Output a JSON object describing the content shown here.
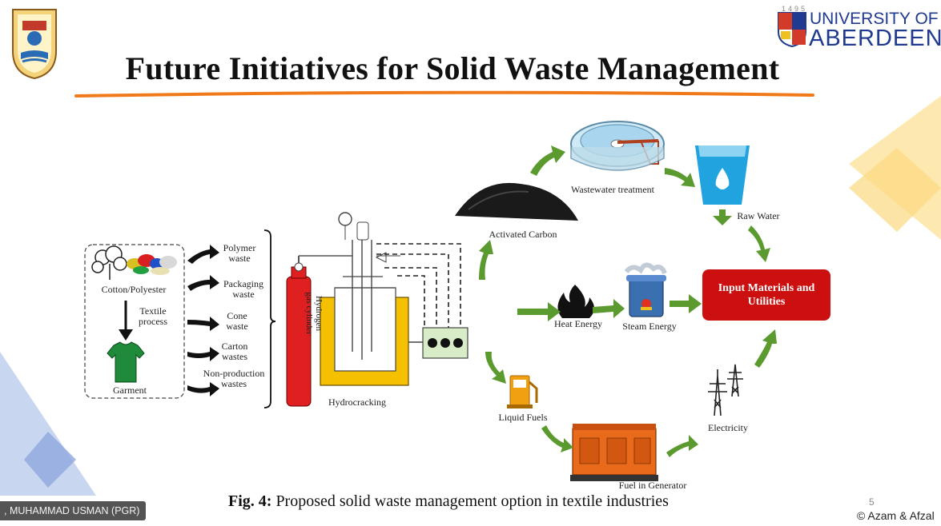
{
  "slide": {
    "title": "Future Initiatives for Solid Waste Management",
    "caption_prefix": "Fig. 4:",
    "caption_text": " Proposed solid waste management option in textile industries",
    "slide_number": "5",
    "copyright": "© Azam & Afzal",
    "presenter": ", MUHAMMAD USMAN (PGR)"
  },
  "university": {
    "year": "1495",
    "line1": "UNIVERSITY OF",
    "line2": "ABERDEEN"
  },
  "diagram": {
    "source": {
      "cotton_polyester": "Cotton/Polyester",
      "textile_process": "Textile process",
      "garment": "Garment"
    },
    "wastes": [
      "Polymer waste",
      "Packaging waste",
      "Cone waste",
      "Carton wastes",
      "Non-production wastes"
    ],
    "reactor": {
      "cylinder": "Hydrogen gas cylinder",
      "label": "Hydrocracking"
    },
    "products": {
      "activated_carbon": "Activated Carbon",
      "wastewater_treatment": "Wastewater treatment",
      "raw_water": "Raw Water",
      "heat_energy": "Heat Energy",
      "steam_energy": "Steam Energy",
      "liquid_fuels": "Liquid Fuels",
      "fuel_in_generator": "Fuel in Generator",
      "electricity": "Electricity",
      "input_materials": "Input Materials and Utilities"
    }
  },
  "colors": {
    "accent_orange": "#f07a1a",
    "arrow_green": "#5a9a2e",
    "input_box_red": "#cc1010",
    "aberdeen_blue": "#1f3a8f",
    "decor_yellow": "#fbe7a8",
    "decor_blue": "#b9c8ec"
  }
}
